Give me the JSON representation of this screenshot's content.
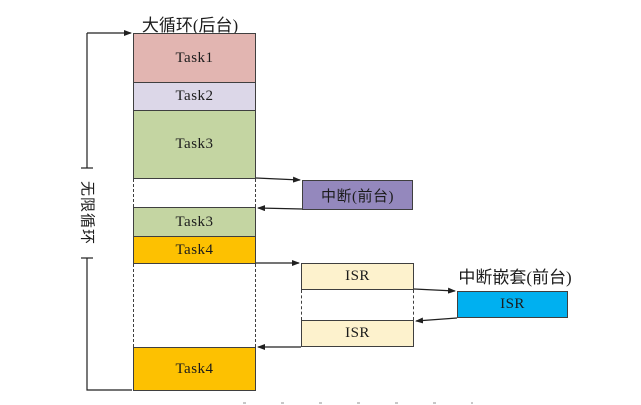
{
  "diagram": {
    "title": "大循环(后台)",
    "left_loop_label": "无限循环",
    "nested_interrupt_title": "中断嵌套(前台)",
    "background_tasks": [
      {
        "label": "Task1",
        "color": "#e2b5b1"
      },
      {
        "label": "Task2",
        "color": "#dcd7e8"
      },
      {
        "label": "Task3",
        "color": "#c4d5a2"
      },
      {
        "label": "Task3",
        "color": "#c4d5a2"
      },
      {
        "label": "Task4",
        "color": "#fdc101"
      },
      {
        "label": "Task4",
        "color": "#fdc101"
      }
    ],
    "foreground_interrupt": {
      "label": "中断(前台)",
      "color": "#9488bd"
    },
    "isr_level1": [
      {
        "label": "ISR",
        "color": "#fdf2cd"
      },
      {
        "label": "ISR",
        "color": "#fdf2cd"
      }
    ],
    "isr_nested": {
      "label": "ISR",
      "color": "#00b0f0"
    },
    "line_color": "#202020"
  }
}
